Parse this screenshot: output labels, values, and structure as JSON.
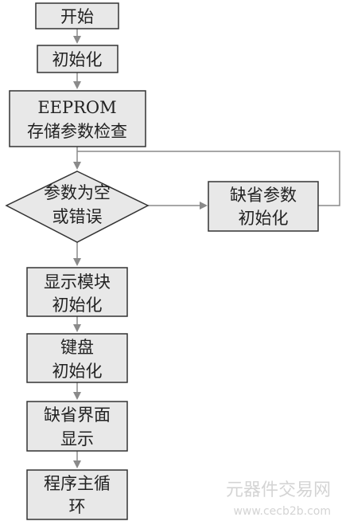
{
  "nodes": {
    "start": {
      "lines": [
        "开始"
      ]
    },
    "init": {
      "lines": [
        "初始化"
      ]
    },
    "eeprom_check": {
      "lines": [
        "EEPROM",
        "存储参数检查"
      ]
    },
    "decision": {
      "lines": [
        "参数为空",
        "或错误"
      ]
    },
    "default_param_init": {
      "lines": [
        "缺省参数",
        "初始化"
      ]
    },
    "display_init": {
      "lines": [
        "显示模块",
        "初始化"
      ]
    },
    "keyboard_init": {
      "lines": [
        "键盘",
        "初始化"
      ]
    },
    "default_screen": {
      "lines": [
        "缺省界面",
        "显示"
      ]
    },
    "main_loop": {
      "lines": [
        "程序主循",
        "环"
      ]
    }
  },
  "watermark": {
    "text_cn": "元器件交易网",
    "text_url": "www.cecb2b.com"
  },
  "colors": {
    "box_fill": "#e8e8e8",
    "box_stroke": "#333333",
    "edge": "#8a8a8a",
    "text": "#222222",
    "watermark": "#d4d4d4"
  }
}
